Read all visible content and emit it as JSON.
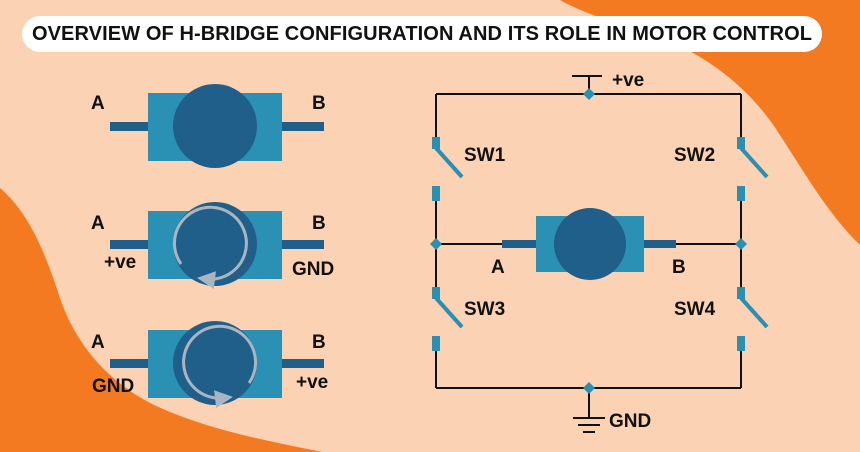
{
  "title": "OVERVIEW OF H-BRIDGE CONFIGURATION AND ITS ROLE IN MOTOR CONTROL",
  "colors": {
    "background_peach": "#fbd2b3",
    "background_orange": "#f47a22",
    "motor_body": "#2a91b5",
    "motor_rotor": "#1f5f8a",
    "wire": "#111111",
    "switch": "#2a8fb0",
    "junction": "#2a8fb0",
    "arrow": "#a9b6c2"
  },
  "motors": [
    {
      "name": "motor-idle",
      "terminal_a": "A",
      "terminal_b": "B",
      "left_polarity": "",
      "right_polarity": "",
      "rotation": "none"
    },
    {
      "name": "motor-forward",
      "terminal_a": "A",
      "terminal_b": "B",
      "left_polarity": "+ve",
      "right_polarity": "GND",
      "rotation": "clockwise"
    },
    {
      "name": "motor-reverse",
      "terminal_a": "A",
      "terminal_b": "B",
      "left_polarity": "GND",
      "right_polarity": "+ve",
      "rotation": "counterclockwise"
    }
  ],
  "circuit": {
    "supply_label": "+ve",
    "ground_label": "GND",
    "switches": [
      "SW1",
      "SW2",
      "SW3",
      "SW4"
    ],
    "motor_terminal_a": "A",
    "motor_terminal_b": "B"
  }
}
